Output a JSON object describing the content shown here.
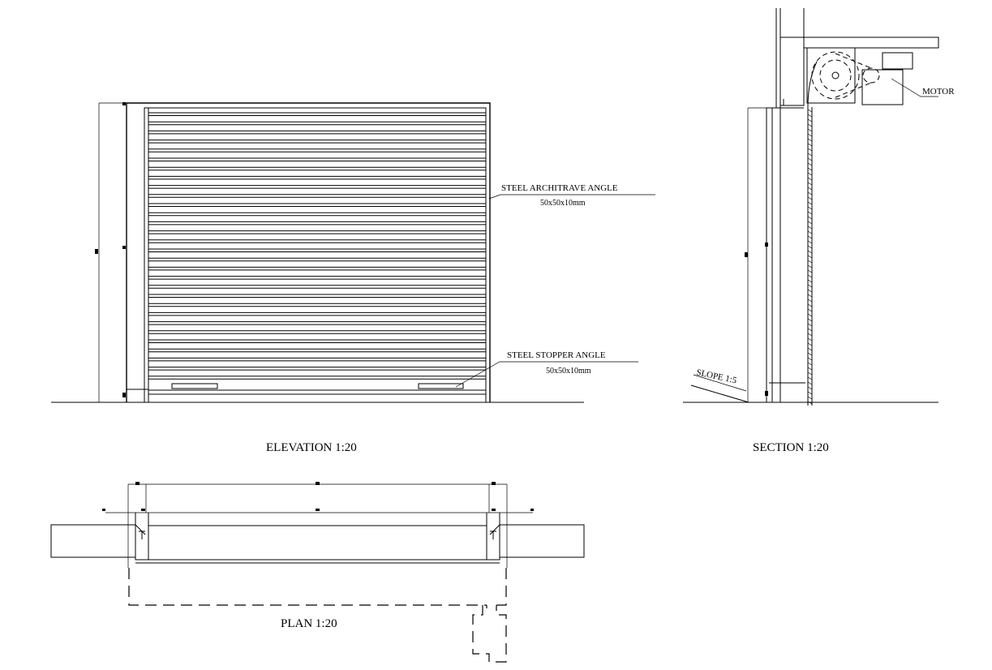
{
  "labels": {
    "architrave_title": "STEEL ARCHITRAVE ANGLE",
    "architrave_size": "50x50x10mm",
    "stopper_title": "STEEL STOPPER ANGLE",
    "stopper_size": "50x50x10mm",
    "motor": "MOTOR",
    "slope": "SLOPE 1:5"
  },
  "titles": {
    "elevation": "ELEVATION 1:20",
    "section": "SECTION 1:20",
    "plan": "PLAN 1:20"
  },
  "colors": {
    "line": "#000000",
    "background": "#ffffff"
  }
}
